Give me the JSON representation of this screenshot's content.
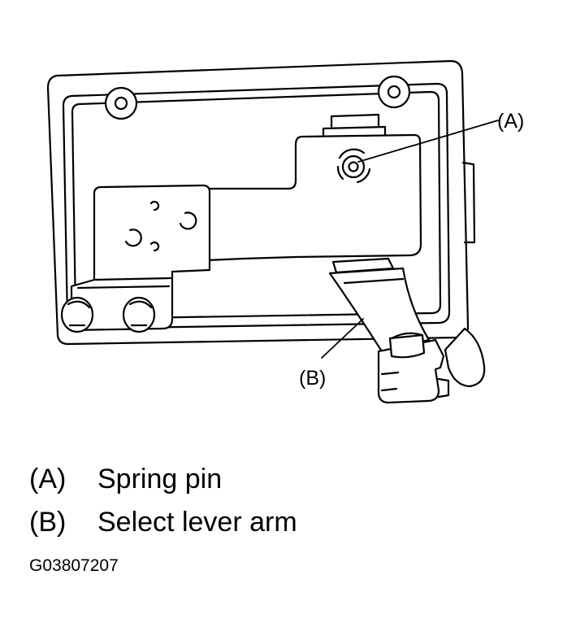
{
  "callouts": {
    "a": "(A)",
    "b": "(B)"
  },
  "legend": [
    {
      "key": "(A)",
      "label": "Spring pin"
    },
    {
      "key": "(B)",
      "label": "Select lever arm"
    }
  ],
  "figure_id": "G03807207"
}
